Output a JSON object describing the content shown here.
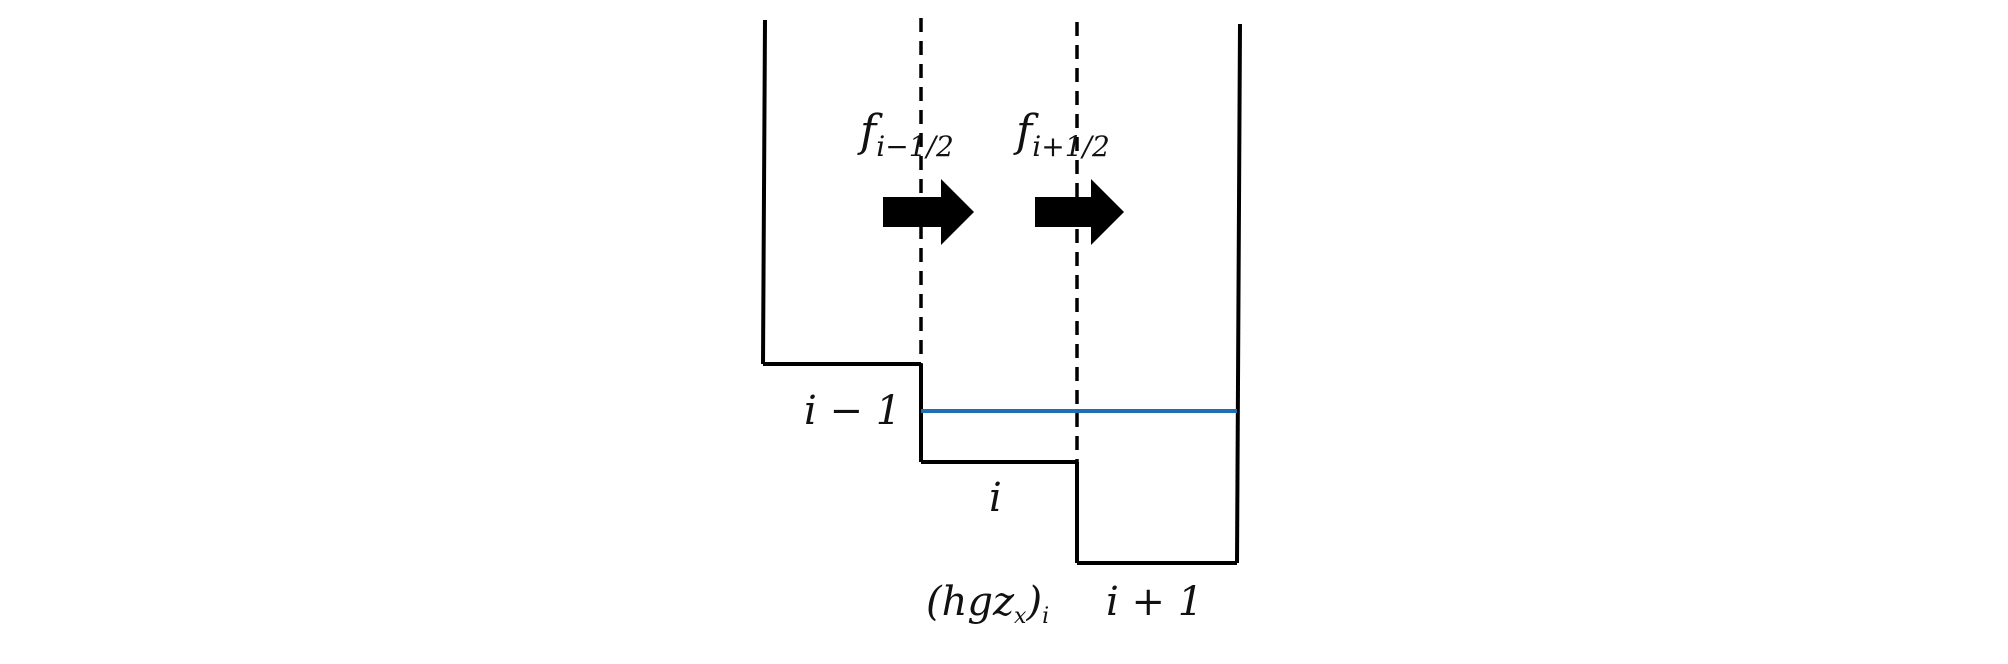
{
  "colors": {
    "line": "#000000",
    "water_level": "#1f6fb2",
    "background": "#ffffff"
  },
  "labels": {
    "flux_left": {
      "main": "f",
      "sub": "i−1/2"
    },
    "flux_right": {
      "main": "f",
      "sub": "i+1/2"
    },
    "cell_left": "i − 1",
    "cell_mid": "i",
    "cell_right": "i + 1",
    "source_term": {
      "main": "(hgz",
      "sub_x": "x",
      "close": ")",
      "sub_i": "i"
    }
  },
  "icons": {
    "flux_arrow_left": "right-arrow-icon",
    "flux_arrow_right": "right-arrow-icon"
  }
}
